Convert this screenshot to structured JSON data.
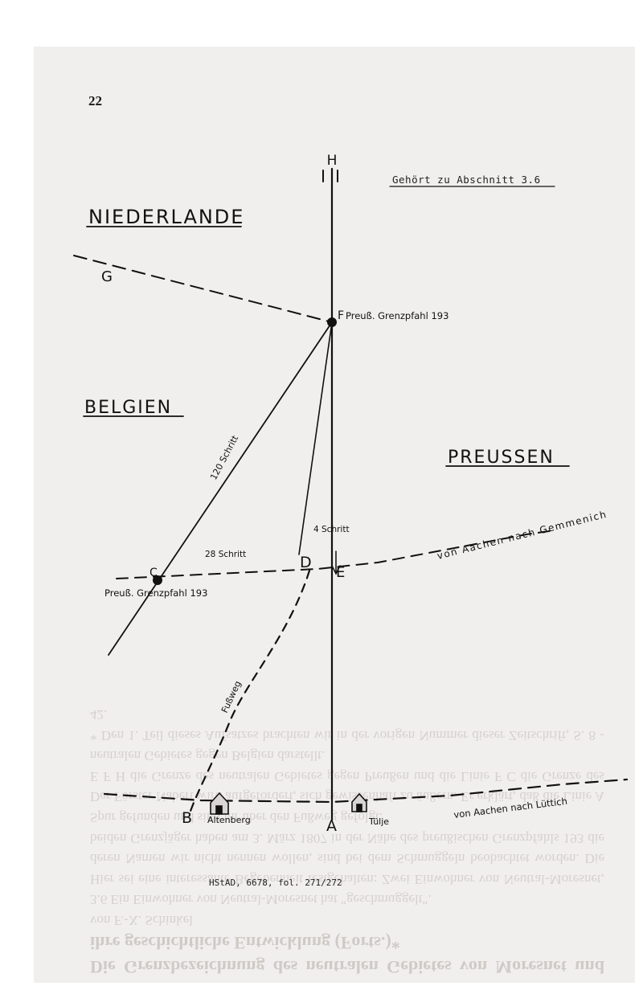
{
  "page_number": "22",
  "countries": {
    "niederlande": "NIEDERLANDE",
    "belgien": "BELGIEN",
    "preussen": "PREUSSEN"
  },
  "points": {
    "H": "H",
    "G": "G",
    "F": "F",
    "C": "C",
    "D": "D",
    "E": "E",
    "B": "B",
    "A": "A"
  },
  "labels": {
    "gehoert": "Gehört zu Abschnitt 3.6",
    "grenzpfahl_f": "Preuß. Grenzpfahl 193",
    "grenzpfahl_c": "Preuß. Grenzpfahl 193",
    "schritt_120": "120 Schritt",
    "schritt_28": "28 Schritt",
    "schritt_4": "4 Schritt",
    "aachen_gemmenich": "von Aachen nach Gemmenich",
    "aachen_luettich": "von Aachen nach Lüttich",
    "fussweg": "Fußweg",
    "altenberg": "Altenberg",
    "tuelje": "Tülje",
    "archive_ref": "HStAD, 6678, fol. 271/272"
  },
  "bleed_text": {
    "heading": "Die Grenzbezeichnung des neutralen Gebietes von Moresnet und ihre geschichtliche Entwicklung (Forts.)*",
    "author": "von F.-X. Schinkel",
    "subheading": "3.6 Ein Einwohner von Neutral-Moresnet hat \"geschmuggelt\".",
    "paragraph_1": "Hier sei eine interessante Begebenheit festgehalten: Zwei Einwohner von Neutral-Moresnet, deren Namen wir nicht nennen wollen, sind bei dem Schmuggeln beobachtet worden. Die beiden Grenzjäger haben am 3. März 1807 in der Nähe des preußischen Grenzpfahls 193 die Spur gefunden und sind ihr über den Fußweg gefolgt.",
    "paragraph_2": "Der Förster Nabert wird aufgefordert, sich gewissenhaft zu äußern. Er erklärt, daß die Linie A E F H die Grenze des neutralen Gebietes gegen Preußen und die Linie F C die Grenze des neutralen Gebietes gegen Belgien darstellt.",
    "footnote": "* Den 1. Teil dieses Aufsatzes brachten wir in der vorigen Nummer dieser Zeitschrift, S. 8 - 42."
  },
  "colors": {
    "ink": "#111111",
    "paper": "#f1efed",
    "bleed": "#bdb8b4"
  }
}
